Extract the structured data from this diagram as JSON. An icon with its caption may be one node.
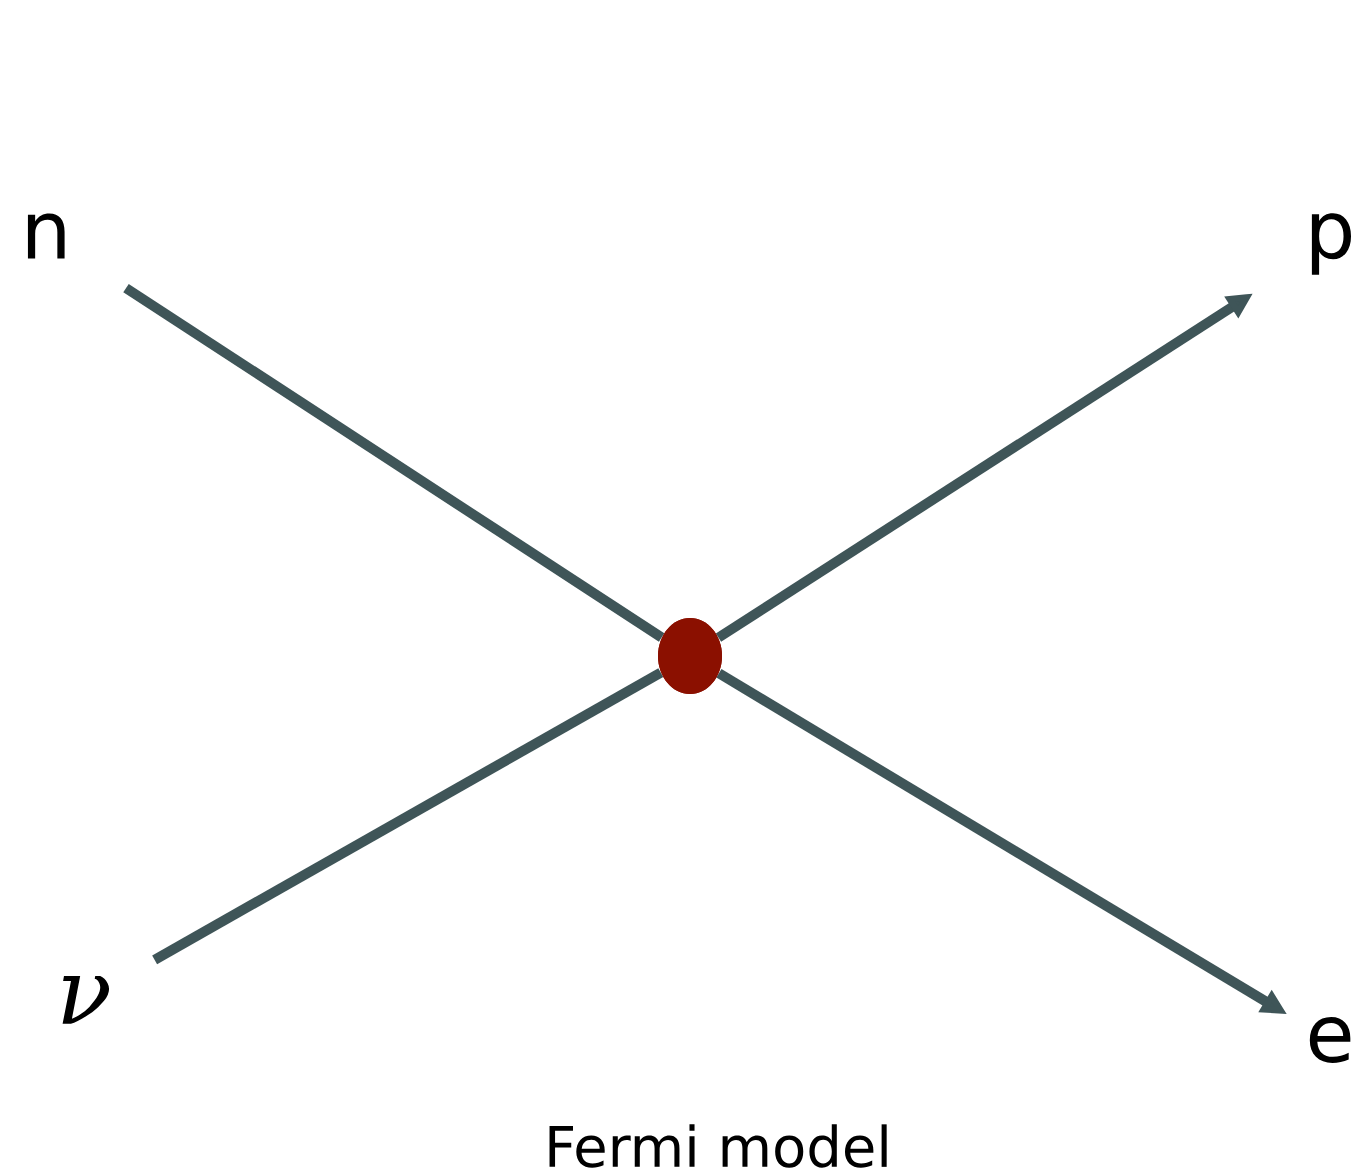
{
  "diagram": {
    "caption": "Fermi model",
    "nodes": [
      {
        "text": [
          "n"
        ]
      },
      {
        "text": [
          "p"
        ]
      },
      {
        "text": [
          "ν"
        ]
      },
      {
        "text": [
          "e"
        ]
      },
      {
        "text": [],
        "shape": "circle"
      }
    ],
    "edges": [
      {
        "from": 0,
        "to": 4,
        "arrow": "none"
      },
      {
        "from": 4,
        "to": 1,
        "arrow": "to"
      },
      {
        "from": 2,
        "to": 4,
        "arrow": "none"
      },
      {
        "from": 4,
        "to": 3,
        "arrow": "to"
      }
    ]
  }
}
